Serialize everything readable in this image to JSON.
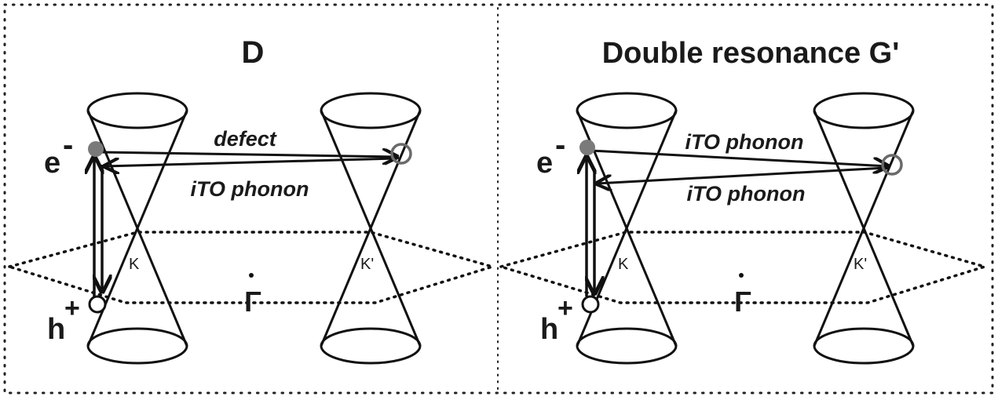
{
  "panels": [
    {
      "title": "D",
      "electron_label": "e",
      "electron_sign": "-",
      "hole_label": "h",
      "hole_sign": "+",
      "k_label": "K",
      "kprime_label": "K'",
      "gamma_label": "Γ",
      "upper_arrow_label": "defect",
      "lower_arrow_label": "iTO phonon"
    },
    {
      "title": "Double resonance G'",
      "electron_label": "e",
      "electron_sign": "-",
      "hole_label": "h",
      "hole_sign": "+",
      "k_label": "K",
      "kprime_label": "K'",
      "gamma_label": "Γ",
      "upper_arrow_label": "iTO phonon",
      "lower_arrow_label": "iTO phonon"
    }
  ],
  "colors": {
    "electron_fill": "#7a7a7a",
    "scatter_circle_stroke": "#6a6a6a",
    "hole_fill": "#ffffff"
  }
}
